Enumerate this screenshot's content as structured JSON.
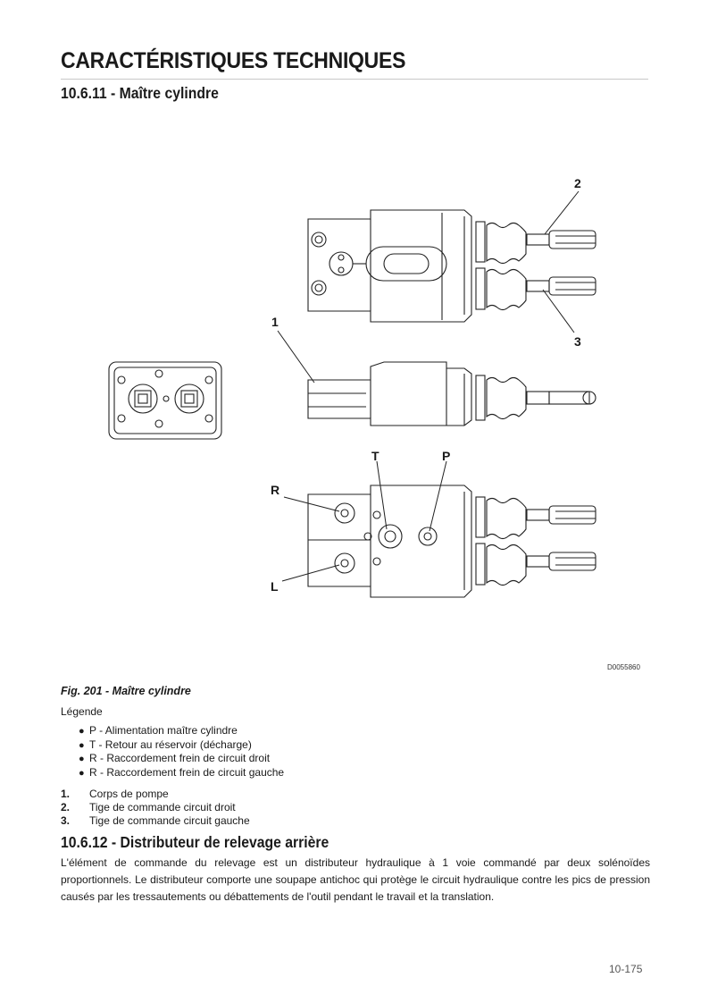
{
  "header": {
    "title": "CARACTÉRISTIQUES TECHNIQUES"
  },
  "section_1": {
    "heading": "10.6.11 - Maître cylindre"
  },
  "figure": {
    "callouts": {
      "c1": "1",
      "c2": "2",
      "c3": "3",
      "t": "T",
      "p": "P",
      "r": "R",
      "l": "L"
    },
    "ref_code": "D0055860",
    "caption": "Fig. 201 - Maître cylindre"
  },
  "legend": {
    "title": "Légende",
    "bullets": [
      "P - Alimentation maître cylindre",
      "T - Retour au réservoir (décharge)",
      "R - Raccordement frein de circuit droit",
      "R - Raccordement frein de circuit gauche"
    ],
    "numbered": [
      {
        "num": "1.",
        "text": "Corps de pompe"
      },
      {
        "num": "2.",
        "text": "Tige de commande circuit droit"
      },
      {
        "num": "3.",
        "text": "Tige de commande circuit gauche"
      }
    ]
  },
  "section_2": {
    "heading": "10.6.12 - Distributeur de relevage arrière",
    "paragraph": "L'élément de commande du relevage est un distributeur hydraulique à 1 voie commandé par deux solénoïdes proportionnels. Le distributeur comporte une soupape antichoc qui protège le circuit hydraulique contre les pics de pression causés par les tressautements ou débattements de l'outil pendant le travail et la translation."
  },
  "footer": {
    "page_number": "10-175"
  }
}
